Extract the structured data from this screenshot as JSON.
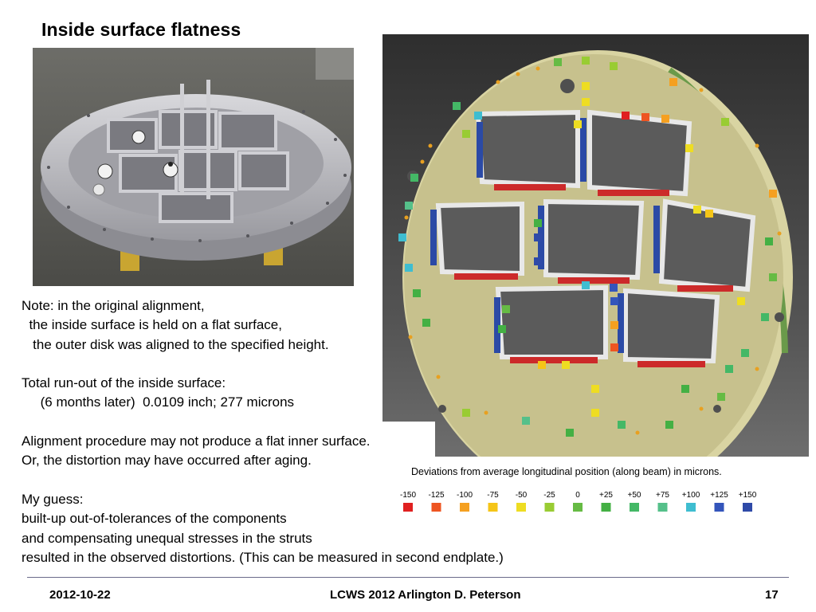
{
  "slide": {
    "title": "Inside surface flatness"
  },
  "body_lines": [
    "Note: in the original alignment,",
    "  the inside surface is held on a flat surface,",
    "   the outer disk was aligned to the specified height.",
    "",
    "Total run-out of the inside surface:",
    "     (6 months later)  0.0109 inch; 277 microns",
    "",
    "Alignment procedure may not produce a flat inner surface.",
    "Or, the distortion may have occurred after aging.",
    "",
    "My guess:",
    "built-up out-of-tolerances of the components",
    "and compensating unequal stresses in the struts",
    "resulted in the observed distortions. (This can be measured in second endplate.)"
  ],
  "deviation_map": {
    "caption": "Deviations from average longitudinal position (along beam) in microns.",
    "scale": [
      {
        "label": "-150",
        "color": "#e02020"
      },
      {
        "label": "-125",
        "color": "#ee5522"
      },
      {
        "label": "-100",
        "color": "#f5a020"
      },
      {
        "label": "-75",
        "color": "#f5c518"
      },
      {
        "label": "-50",
        "color": "#eedd22"
      },
      {
        "label": "-25",
        "color": "#99cc33"
      },
      {
        "label": "0",
        "color": "#66bb44"
      },
      {
        "label": "+25",
        "color": "#44b044"
      },
      {
        "label": "+50",
        "color": "#44b866"
      },
      {
        "label": "+75",
        "color": "#55c08a"
      },
      {
        "label": "+100",
        "color": "#3fbdd0"
      },
      {
        "label": "+125",
        "color": "#3355bb"
      },
      {
        "label": "+150",
        "color": "#2f4aa8"
      }
    ]
  },
  "footer": {
    "date": "2012-10-22",
    "center": "LCWS 2012 Arlington D. Peterson",
    "page": "17"
  }
}
